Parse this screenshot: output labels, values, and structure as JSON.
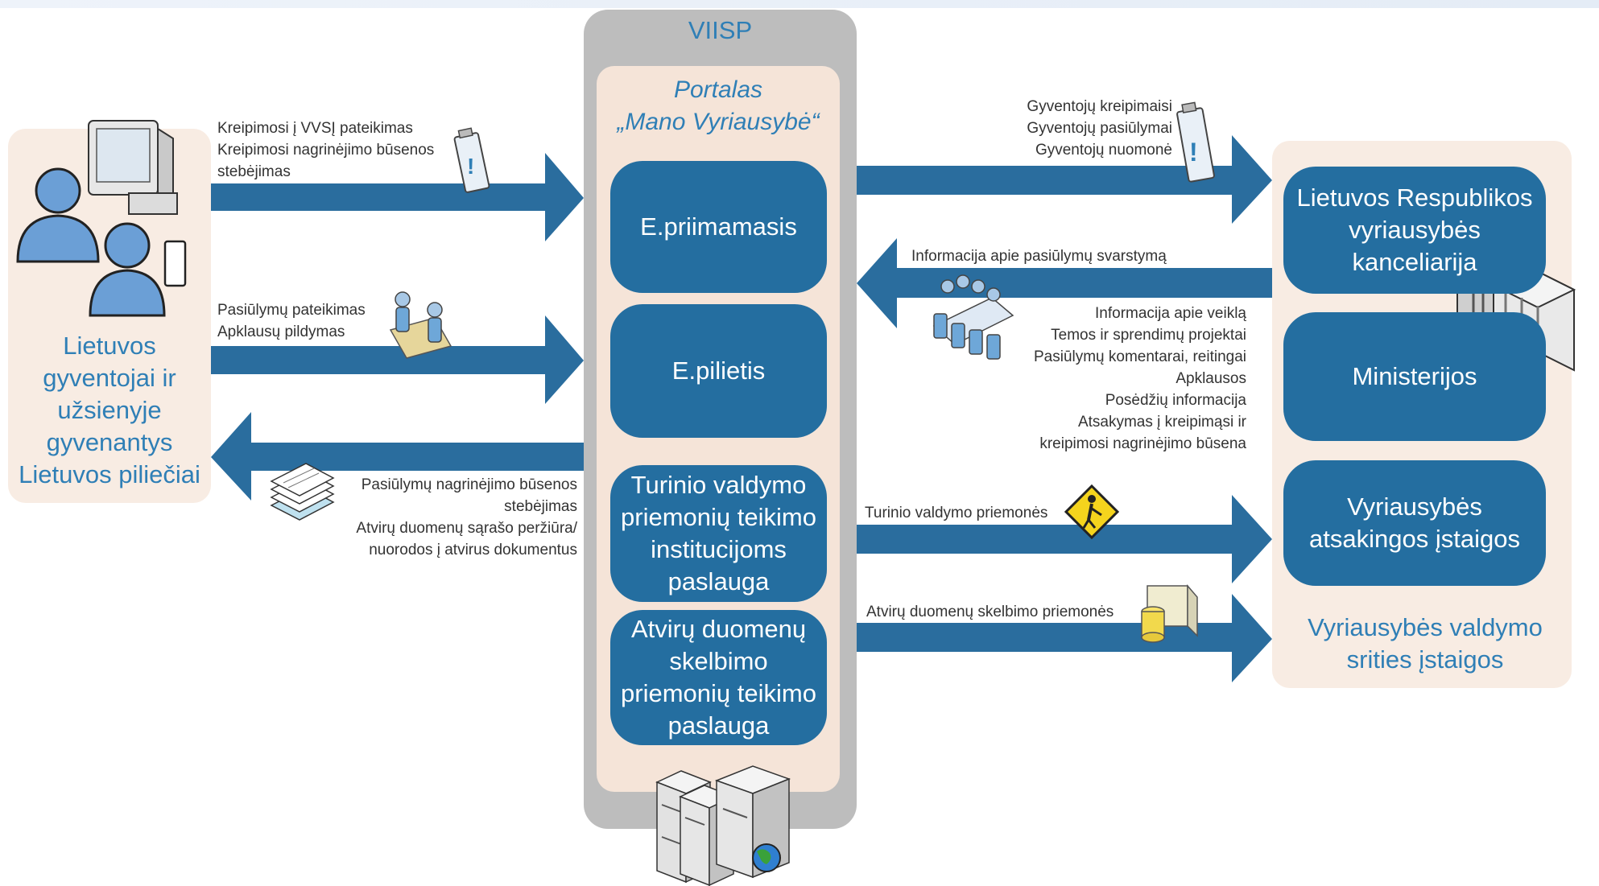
{
  "left_group": {
    "label": "Lietuvos gyventojai ir užsienyje gyvenantys Lietuvos piliečiai"
  },
  "viisp": {
    "title": "VIISP",
    "portal_line1": "Portalas",
    "portal_line2": "„Mano Vyriausybė“",
    "services": [
      "E.priimamasis",
      "E.pilietis",
      "Turinio valdymo priemonių teikimo institucijoms paslauga",
      "Atvirų duomenų skelbimo priemonių teikimo paslauga"
    ]
  },
  "right_group": {
    "boxes": [
      "Lietuvos Respublikos vyriausybės kanceliarija",
      "Ministerijos",
      "Vyriausybės atsakingos įstaigos"
    ],
    "label": "Vyriausybės valdymo srities įstaigos"
  },
  "left_flows": {
    "flow1_line1": "Kreipimosi į VVSĮ pateikimas",
    "flow1_line2": "Kreipimosi nagrinėjimo būsenos",
    "flow1_line3": "stebėjimas",
    "flow2_line1": "Pasiūlymų pateikimas",
    "flow2_line2": "Apklausų pildymas",
    "flow3_line1": "Pasiūlymų nagrinėjimo būsenos",
    "flow3_line2": "stebėjimas",
    "flow3_line3": "Atvirų duomenų sąrašo peržiūra/",
    "flow3_line4": "nuorodos į atvirus dokumentus"
  },
  "right_flows": {
    "out1_line1": "Gyventojų kreipimaisi",
    "out1_line2": "Gyventojų pasiūlymai",
    "out1_line3": "Gyventojų nuomonė",
    "in1_title": "Informacija apie pasiūlymų svarstymą",
    "in1_items": [
      "Informacija apie veiklą",
      "Temos ir sprendimų projektai",
      "Pasiūlymų komentarai, reitingai",
      "Apklausos",
      "Posėdžių informacija",
      "Atsakymas į kreipimąsi ir",
      "kreipimosi nagrinėjimo būsena"
    ],
    "out2": "Turinio valdymo priemonės",
    "out3": "Atvirų duomenų skelbimo priemonės"
  },
  "colors": {
    "arrow": "#2a6d9e",
    "box": "#246ea0",
    "panel": "#f8ece3",
    "accent_text": "#2f7fb6"
  }
}
